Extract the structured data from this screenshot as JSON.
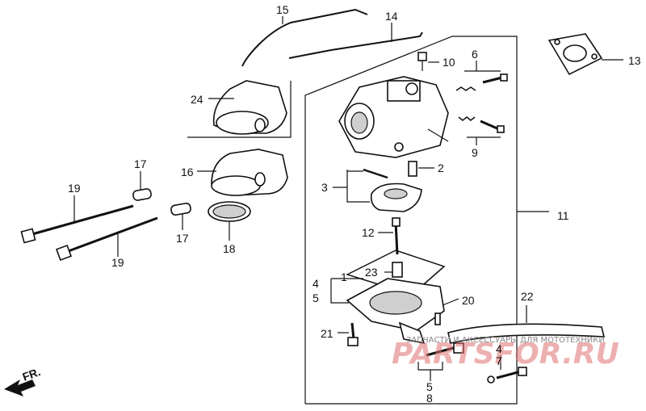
{
  "labels": {
    "l2": "2",
    "l3": "3",
    "l4a": "4",
    "l5a": "5",
    "l1": "1",
    "l4b": "4",
    "l5b": "5",
    "l6": "6",
    "l7": "7",
    "l8": "8",
    "l9": "9",
    "l10": "10",
    "l11": "11",
    "l12": "12",
    "l13": "13",
    "l14": "14",
    "l15": "15",
    "l16": "16",
    "l17a": "17",
    "l17b": "17",
    "l18": "18",
    "l19a": "19",
    "l19b": "19",
    "l20": "20",
    "l21": "21",
    "l22": "22",
    "l23": "23",
    "l24": "24",
    "fr": "FR."
  },
  "watermark": {
    "main": "PARTSFOR.RU",
    "sub": "ЗАПЧАСТИ И АКСЕССУАРЫ ДЛЯ МОТОТЕХНИКИ"
  }
}
